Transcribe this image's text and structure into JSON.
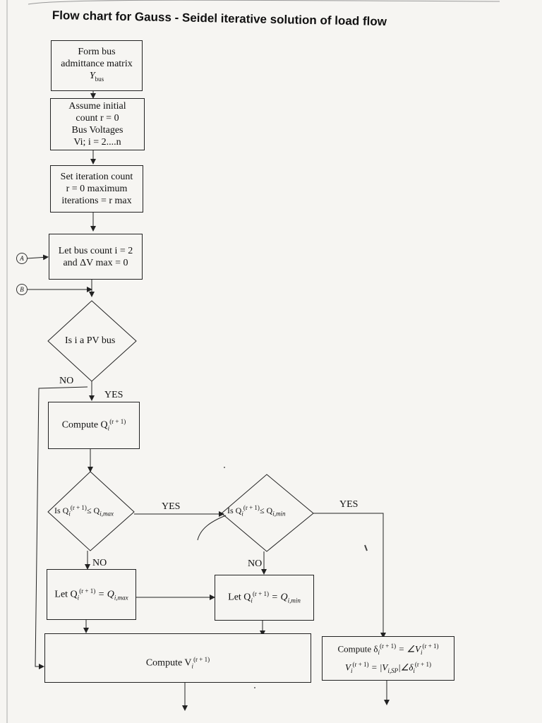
{
  "title": "Flow chart for Gauss - Seidel iterative solution of load flow",
  "nodes": {
    "form_ybus": [
      "Form bus",
      "admittance matrix",
      "Y"
    ],
    "form_ybus_sub": "bus",
    "assume_initial": [
      "Assume initial",
      "count r = 0",
      "Bus Voltages",
      "Vi; i = 2....n"
    ],
    "set_iteration": [
      "Set iteration count",
      "r = 0 maximum",
      "iterations = r max"
    ],
    "let_bus_count": [
      "Let bus count i = 2",
      "and ΔV max = 0"
    ],
    "is_pv_bus": "Is i a PV bus",
    "compute_q": "Compute Q",
    "check_qmax": "Is Q",
    "check_qmin": "Is Q",
    "let_q_max": "Let Q",
    "let_q_min": "Let Q",
    "compute_v": "Compute V",
    "compute_delta_line1": "Compute δ",
    "compute_delta_line2": "V"
  },
  "math": {
    "sup_r1": "(r + 1)",
    "sub_i": "i",
    "le_qmax": "≤ Q",
    "le_qmin": "≤ Q",
    "eq_qmax": "= Q",
    "eq_qmin": "= Q",
    "sub_imax": "i,max",
    "sub_imin": "i,min",
    "angle_v": "= ∠V",
    "v_sp": "= |V",
    "sub_isp": "i,SP",
    "angle_delta": "|∠δ"
  },
  "labels": {
    "yes_pv": "YES",
    "no_pv": "NO",
    "yes_qmax": "YES",
    "no_qmax": "NO",
    "yes_qmin": "YES",
    "no_qmin": "NO"
  },
  "connectors": {
    "a": "A",
    "b": "B"
  }
}
